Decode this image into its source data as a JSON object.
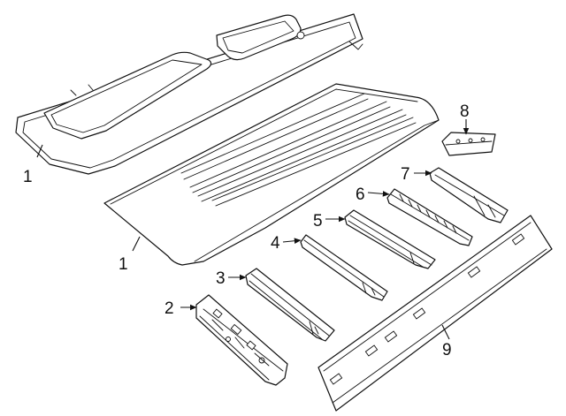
{
  "callouts": {
    "c1a": "1",
    "c1b": "1",
    "c2": "2",
    "c3": "3",
    "c4": "4",
    "c5": "5",
    "c6": "6",
    "c7": "7",
    "c8": "8",
    "c9": "9"
  }
}
